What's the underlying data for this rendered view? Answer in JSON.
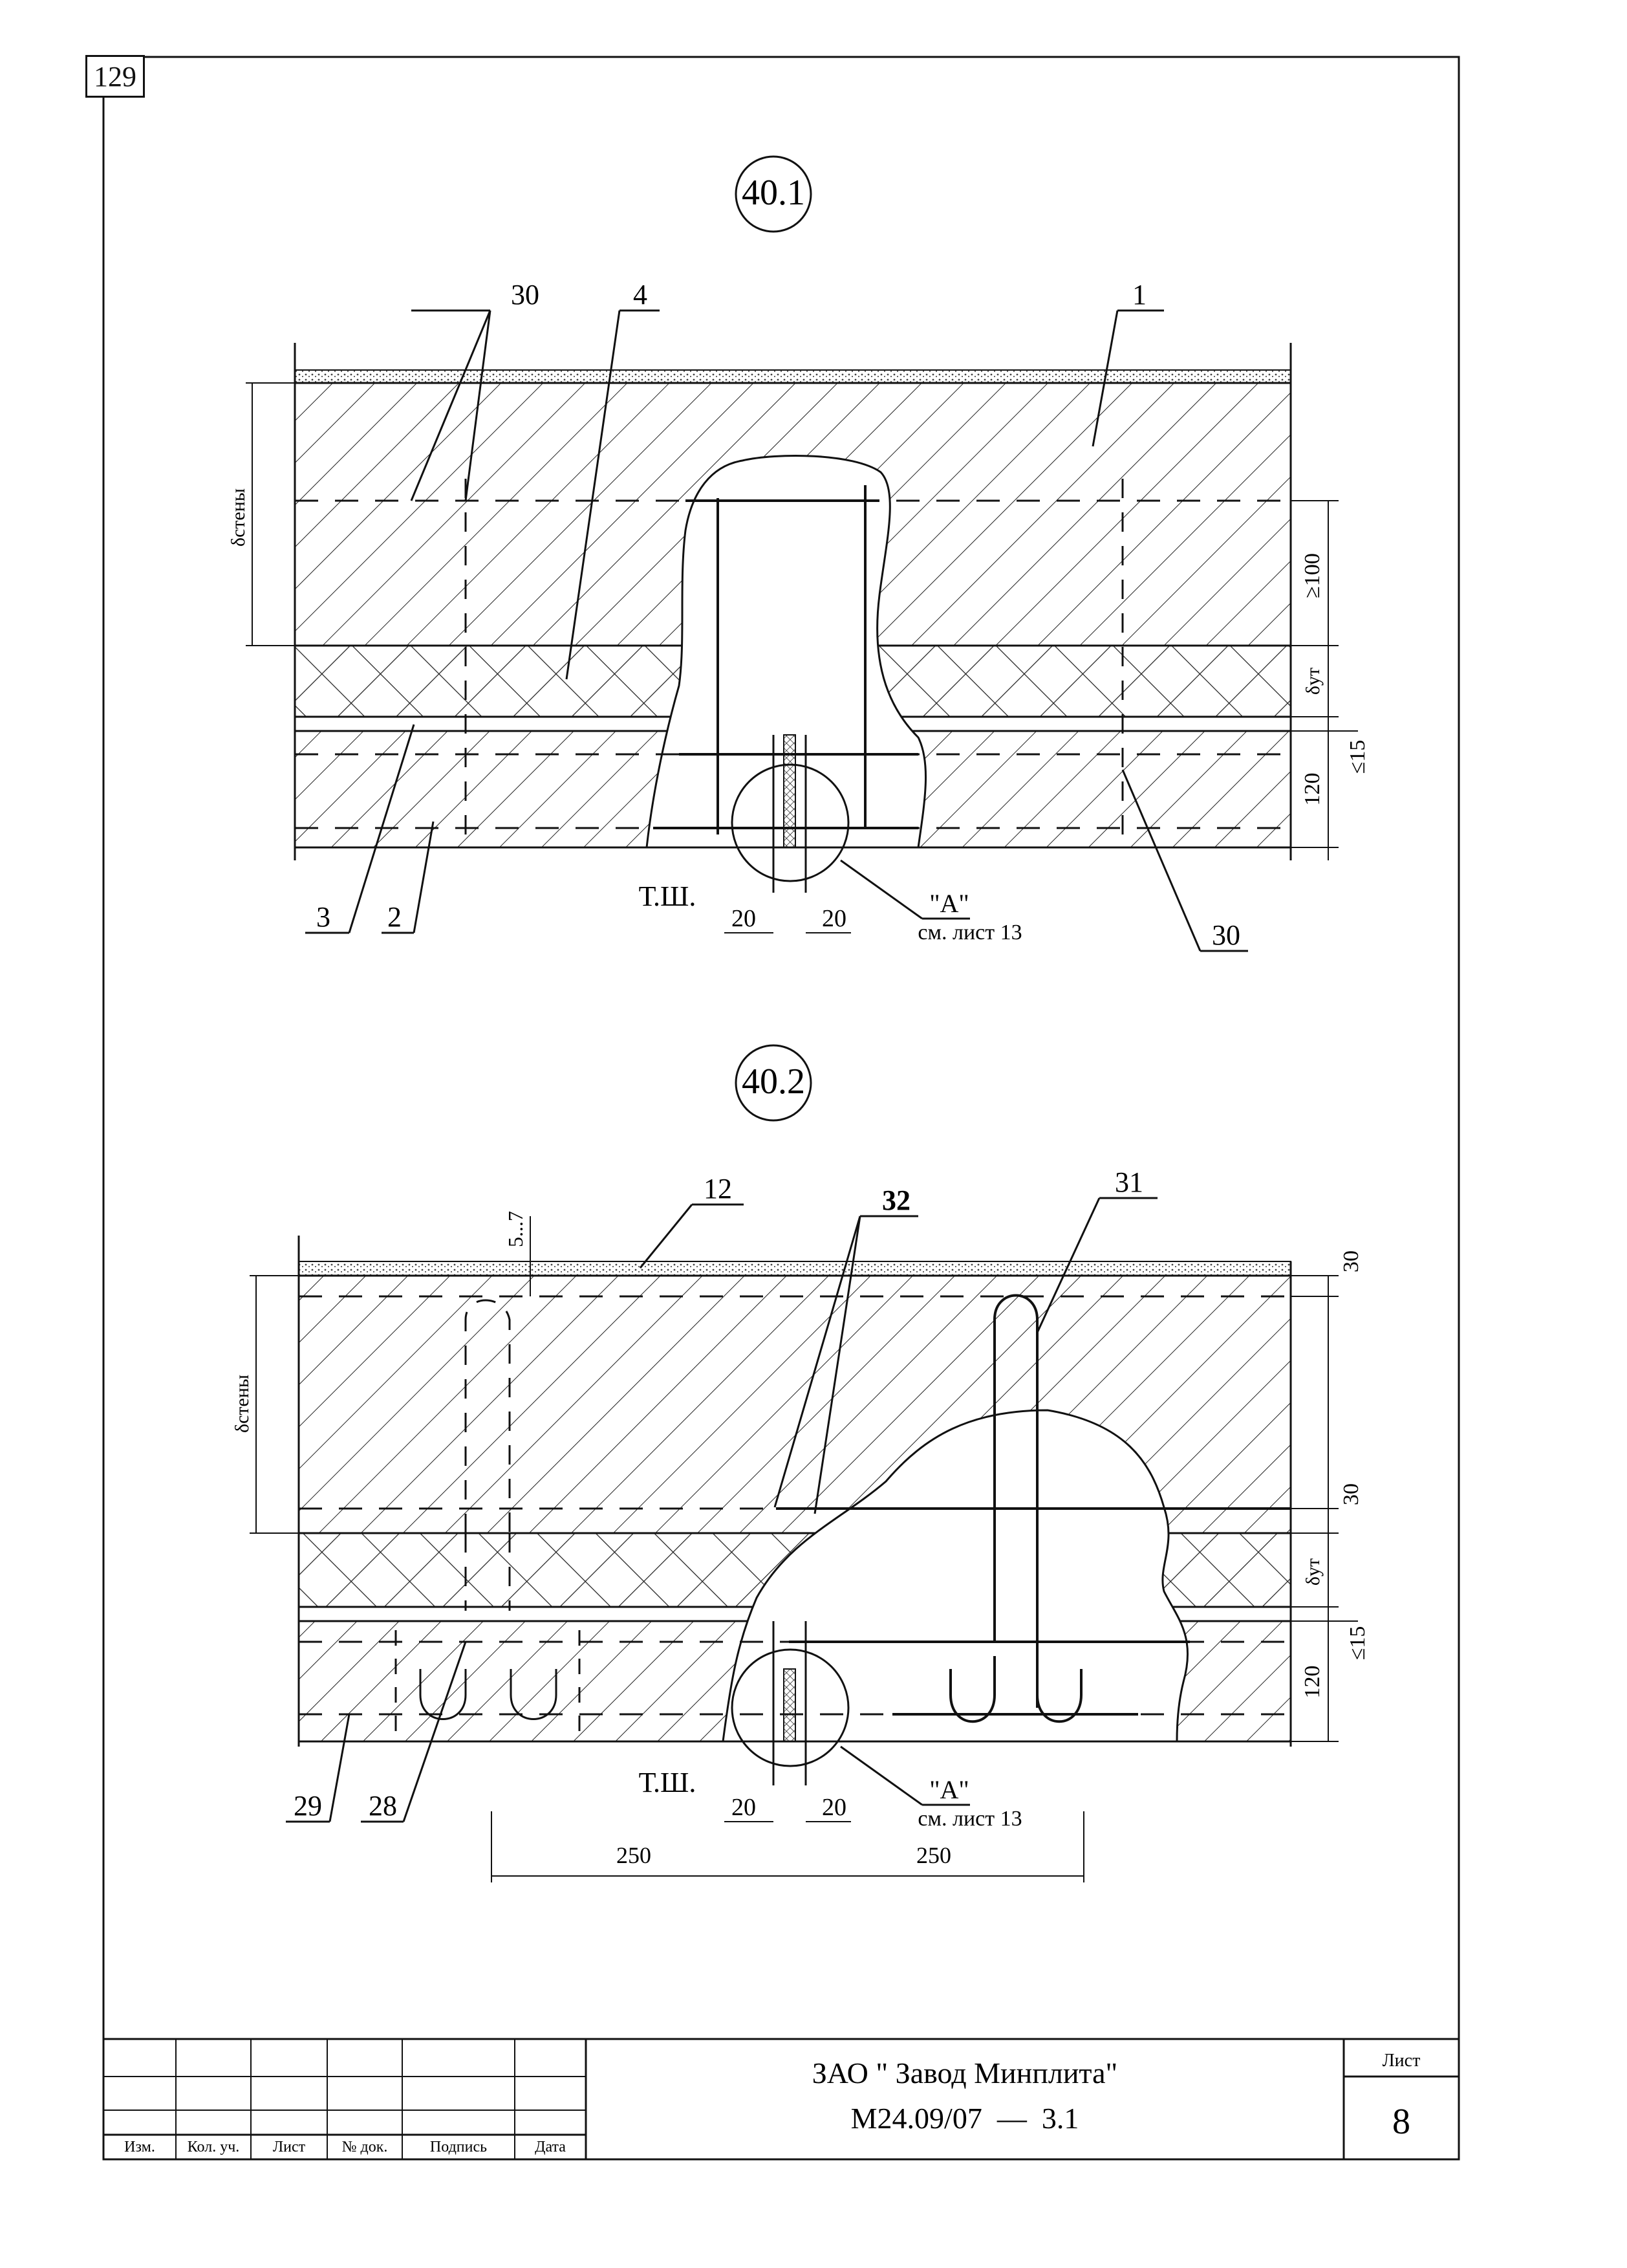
{
  "page_number": "129",
  "detail_1": {
    "marker": "40.1",
    "callouts": {
      "top_30": "30",
      "top_4": "4",
      "top_1": "1",
      "bottom_3": "3",
      "bottom_2": "2",
      "bottom_30": "30"
    },
    "dims": {
      "wall": "δстены",
      "min_100": "≥100",
      "insul": "δут",
      "max_15": "≤15",
      "layer_120": "120",
      "gap_left": "20",
      "gap_right": "20"
    },
    "joint_label": "Т.Ш.",
    "node_ref": "\"А\"",
    "node_sheet": "см. лист 13"
  },
  "detail_2": {
    "marker": "40.2",
    "callouts": {
      "top_12": "12",
      "top_32": "32",
      "top_31": "31",
      "bottom_29": "29",
      "bottom_28": "28"
    },
    "dims": {
      "wall": "δстены",
      "gap_5_7": "5...7",
      "top_30": "30",
      "mid_30": "30",
      "insul": "δут",
      "max_15": "≤15",
      "layer_120": "120",
      "gap_left": "20",
      "gap_right": "20",
      "span_left": "250",
      "span_right": "250"
    },
    "joint_label": "Т.Ш.",
    "node_ref": "\"А\"",
    "node_sheet": "см. лист 13"
  },
  "title_block": {
    "company": "ЗАО \" Завод Минплита\"",
    "doc_code": "М24.09/07  —  3.1",
    "sheet_label": "Лист",
    "sheet_number": "8",
    "columns": [
      "Изм.",
      "Кол. уч.",
      "Лист",
      "№ док.",
      "Подпись",
      "Дата"
    ]
  }
}
